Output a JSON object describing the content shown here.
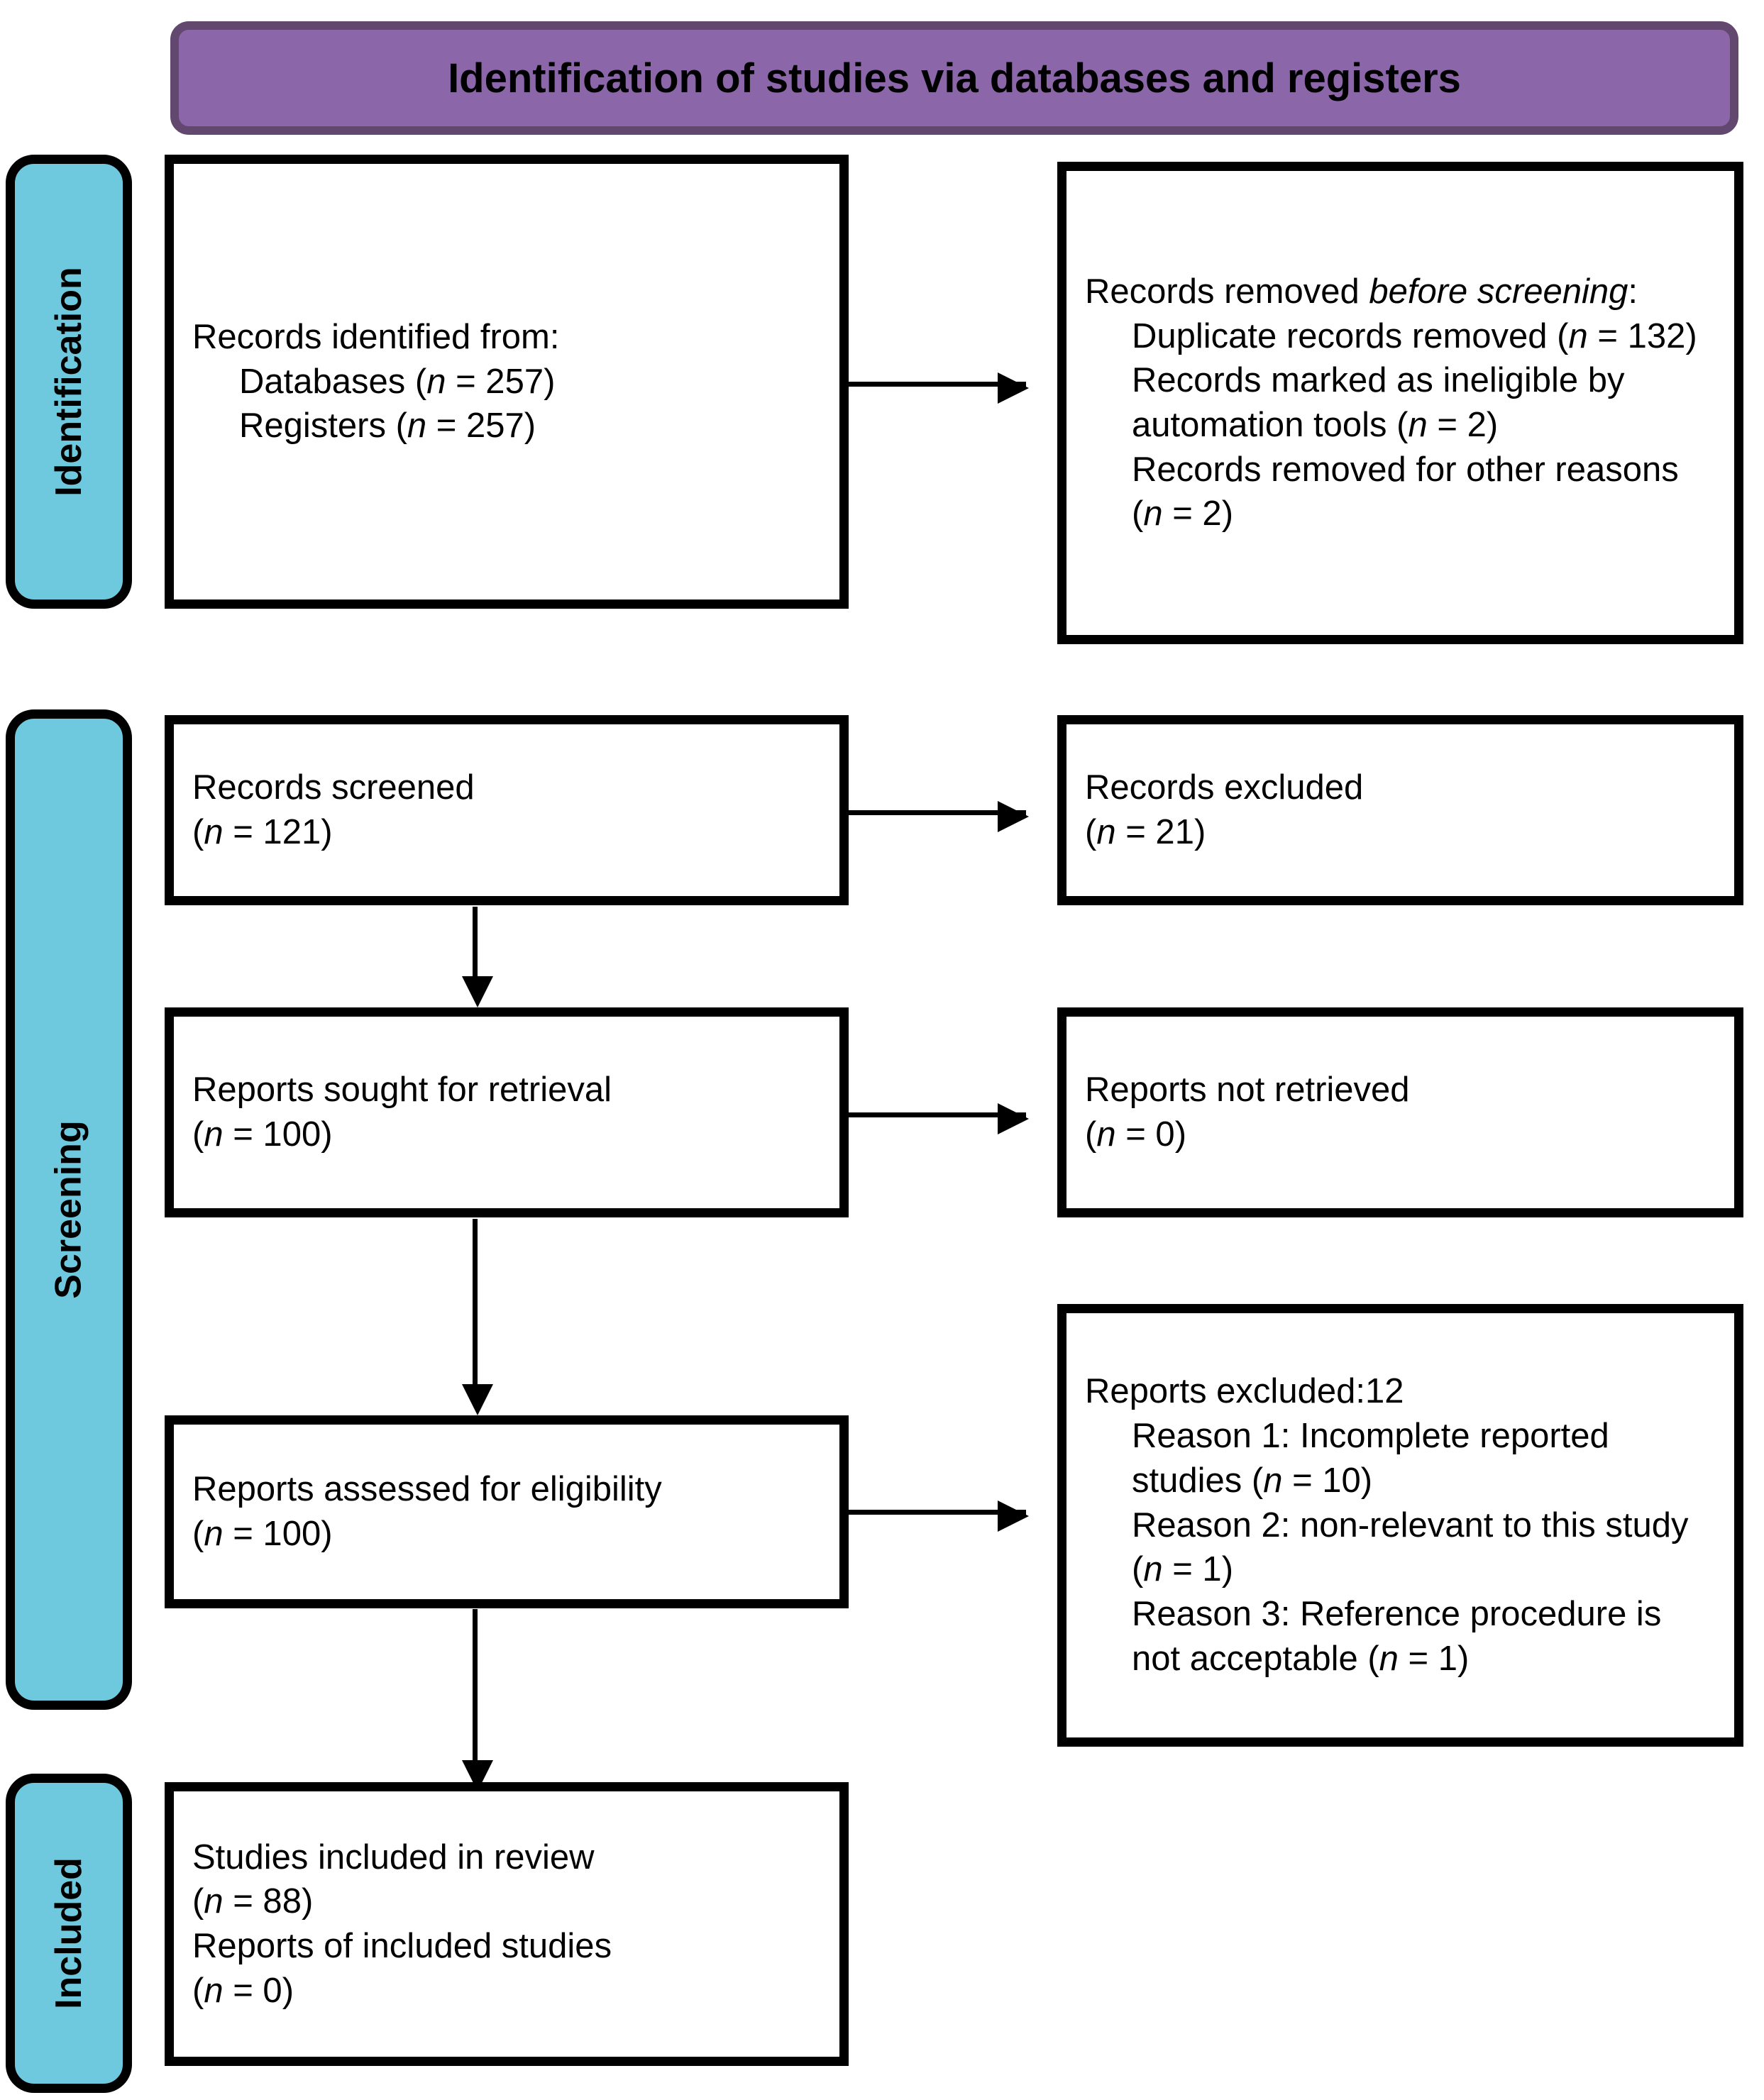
{
  "header": {
    "title": "Identification of studies via databases and registers",
    "banner_color": "#8B66A8",
    "banner_border_color": "#62486E"
  },
  "stages": {
    "identification": "Identification",
    "screening": "Screening",
    "included": "Included",
    "stage_color": "#6FC9DE"
  },
  "boxes": {
    "records_identified": {
      "line1": "Records identified from:",
      "line2_label": "Databases (",
      "line2_n": "n",
      "line2_value": " = 257)",
      "line3_label": "Registers (",
      "line3_n": "n",
      "line3_value": " = 257)"
    },
    "records_removed": {
      "line1_a": "Records removed ",
      "line1_b": "before screening",
      "line1_c": ":",
      "item1_a": "Duplicate records removed (",
      "item1_n": "n",
      "item1_b": " = 132)",
      "item2_a": "Records marked as ineligible by automation tools (",
      "item2_n": "n",
      "item2_b": " = 2)",
      "item3_a": "Records removed for other reasons (",
      "item3_n": "n",
      "item3_b": " = 2)"
    },
    "records_screened": {
      "line1": "Records screened",
      "line2_a": "(",
      "line2_n": "n",
      "line2_b": " = 121)"
    },
    "records_excluded": {
      "line1": "Records excluded",
      "line2_a": "(",
      "line2_n": "n",
      "line2_b": " = 21)"
    },
    "reports_sought": {
      "line1": "Reports sought for retrieval",
      "line2_a": "(",
      "line2_n": "n",
      "line2_b": " = 100)"
    },
    "reports_not_retrieved": {
      "line1": "Reports not retrieved",
      "line2_a": "(",
      "line2_n": "n",
      "line2_b": " = 0)"
    },
    "reports_assessed": {
      "line1": "Reports assessed for eligibility",
      "line2_a": "(",
      "line2_n": "n",
      "line2_b": " = 100)"
    },
    "reports_excluded": {
      "line1": "Reports excluded:12",
      "item1_a": "Reason 1: Incomplete reported studies (",
      "item1_n": "n",
      "item1_b": " = 10)",
      "item2_a": "Reason 2: non-relevant to this study (",
      "item2_n": "n",
      "item2_b": " = 1)",
      "item3_a": "Reason 3: Reference procedure is not acceptable (",
      "item3_n": "n",
      "item3_b": " = 1)"
    },
    "studies_included": {
      "line1": "Studies included in review",
      "line2_a": "(",
      "line2_n": "n",
      "line2_b": " = 88)",
      "line3": "Reports of included studies",
      "line4_a": "(",
      "line4_n": "n",
      "line4_b": " = 0)"
    }
  }
}
